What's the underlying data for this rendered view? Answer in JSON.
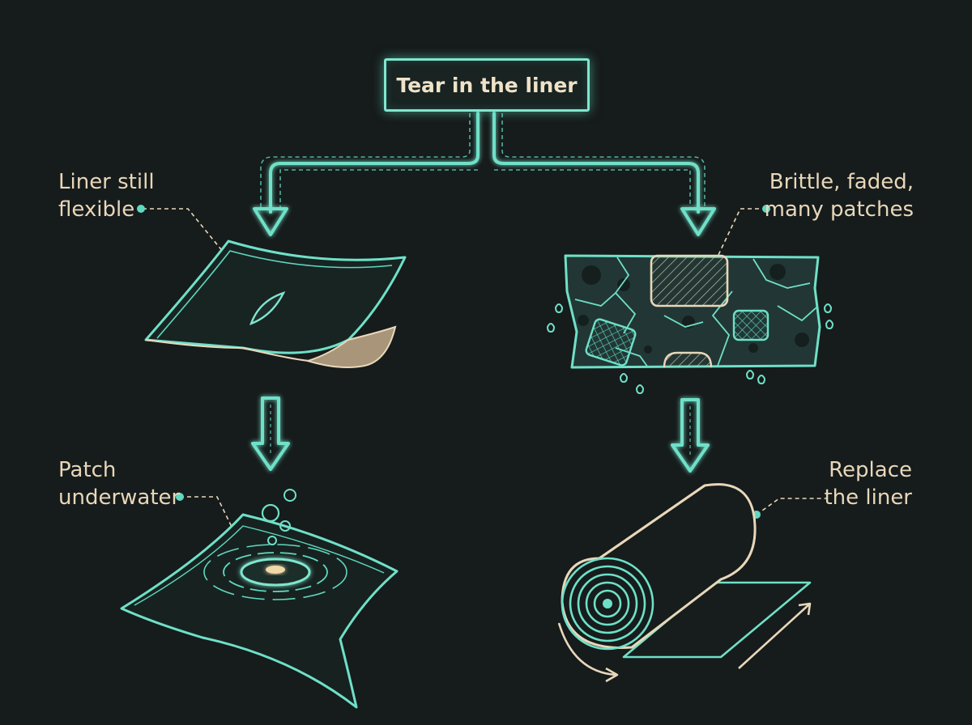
{
  "root": {
    "label": "Tear in the liner"
  },
  "branches": {
    "flexible": {
      "line1": "Liner still",
      "line2": "flexible"
    },
    "patch": {
      "line1": "Patch",
      "line2": "underwater"
    },
    "brittle": {
      "line1": "Brittle, faded,",
      "line2": "many patches"
    },
    "replace": {
      "line1": "Replace",
      "line2": "the liner"
    }
  },
  "colors": {
    "background": "#161b1b",
    "line": "#5fd8c0",
    "glow": "#7fe6cf",
    "accent": "#e8d7ba"
  },
  "icons": {
    "flexible": "torn-flexible-liner-icon",
    "patch": "underwater-patch-icon",
    "brittle": "cracked-patched-liner-icon",
    "replace": "liner-roll-icon"
  }
}
